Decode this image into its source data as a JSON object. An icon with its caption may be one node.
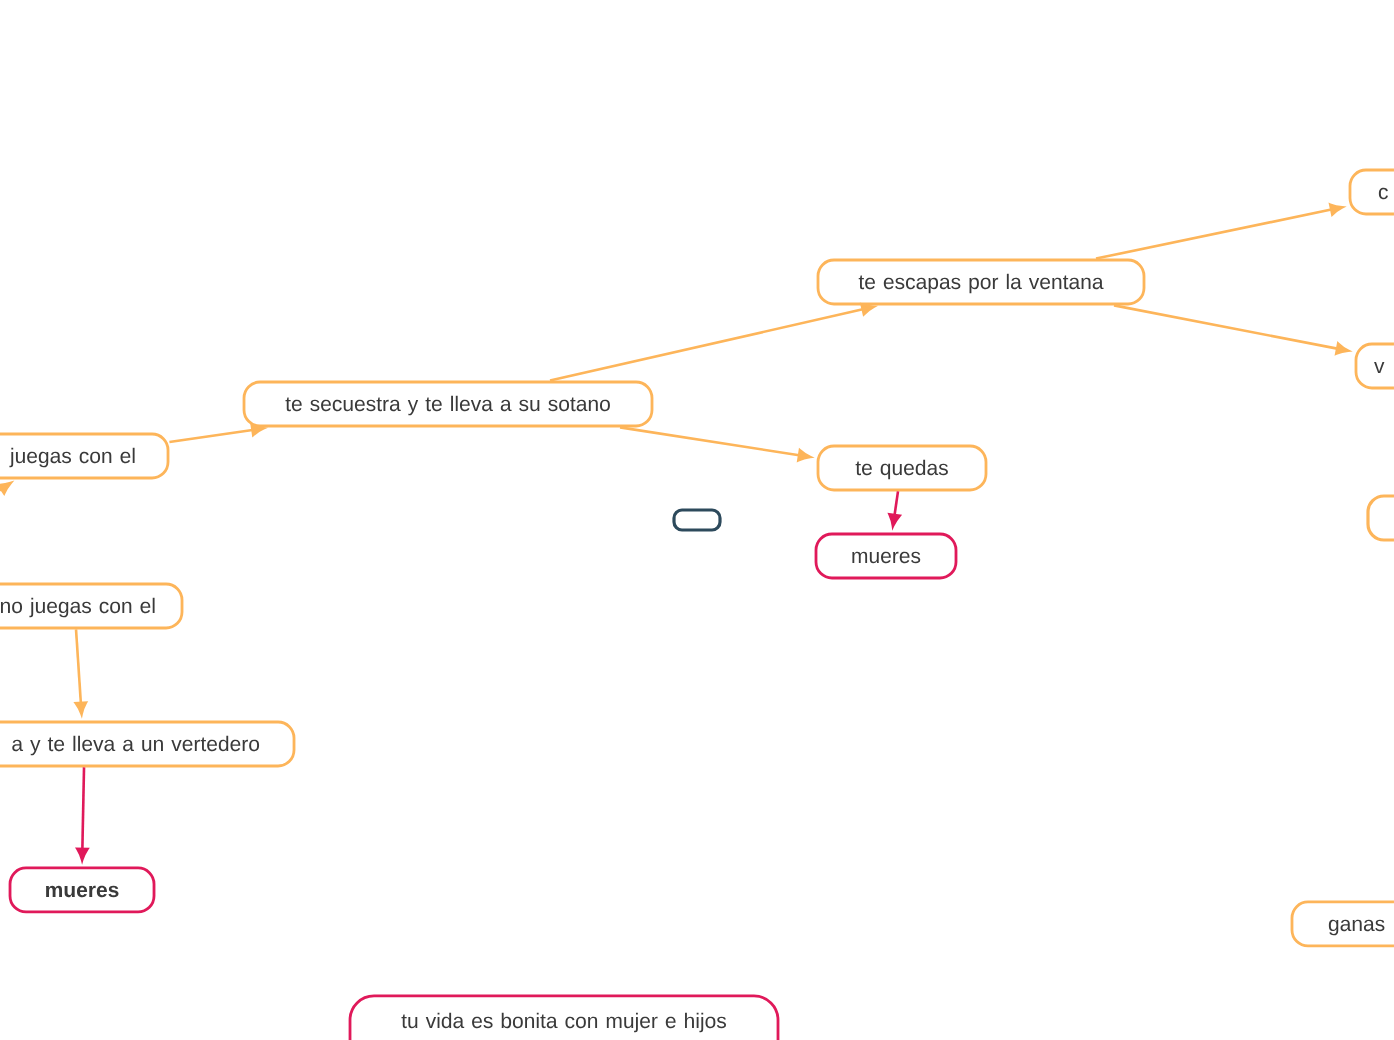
{
  "diagram": {
    "nodes": [
      {
        "text": [
          "c"
        ]
      },
      {
        "text": [
          "te escapas por la ventana"
        ]
      },
      {
        "text": [
          "v"
        ]
      },
      {
        "text": [
          "te secuestra y te lleva a su sotano"
        ]
      },
      {
        "text": [
          "juegas con el"
        ]
      },
      {
        "text": [
          "te quedas"
        ]
      },
      {
        "text": [],
        "shape": "box"
      },
      {
        "text": [],
        "shape": "box"
      },
      {
        "text": [
          "mueres"
        ]
      },
      {
        "text": [
          "no juegas con el"
        ]
      },
      {
        "text": [
          "a y te lleva a un vertedero"
        ]
      },
      {
        "text": [
          "mueres"
        ]
      },
      {
        "text": [
          "ganas"
        ]
      },
      {
        "text": [
          "tu vida es bonita con mujer e hijos"
        ]
      }
    ],
    "edges": [
      {
        "from": null,
        "to": 4,
        "arrow": "to"
      },
      {
        "from": 4,
        "to": 3,
        "arrow": "to"
      },
      {
        "from": 3,
        "to": 1,
        "arrow": "to"
      },
      {
        "from": 3,
        "to": 5,
        "arrow": "to"
      },
      {
        "from": 1,
        "to": 0,
        "arrow": "to"
      },
      {
        "from": 1,
        "to": 2,
        "arrow": "to"
      },
      {
        "from": 5,
        "to": 8,
        "arrow": "to",
        "color": "#e0195a"
      },
      {
        "from": 9,
        "to": 10,
        "arrow": "to"
      },
      {
        "from": 10,
        "to": 11,
        "arrow": "to",
        "color": "#e0195a"
      }
    ]
  }
}
